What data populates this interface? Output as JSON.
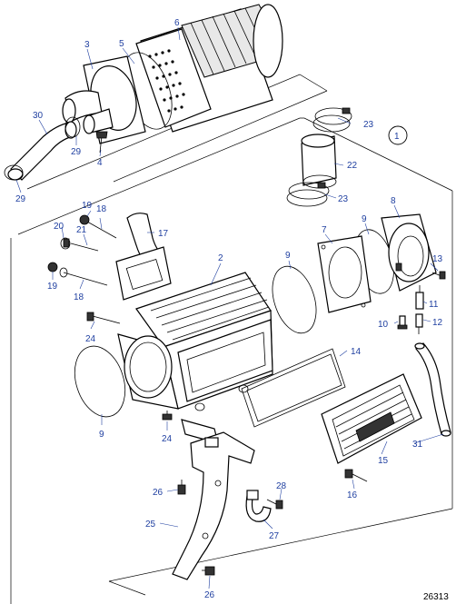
{
  "diagram": {
    "figure_number": "26313",
    "view_marker": "1",
    "callouts": {
      "c1": "1",
      "c2": "2",
      "c3": "3",
      "c4": "4",
      "c5": "5",
      "c6": "6",
      "c7": "7",
      "c8": "8",
      "c9a": "9",
      "c9b": "9",
      "c9c": "9",
      "c10": "10",
      "c11": "11",
      "c12": "12",
      "c13": "13",
      "c14": "14",
      "c15": "15",
      "c16": "16",
      "c17": "17",
      "c18a": "18",
      "c18b": "18",
      "c19a": "19",
      "c19b": "19",
      "c20": "20",
      "c21": "21",
      "c22": "22",
      "c23a": "23",
      "c23b": "23",
      "c24a": "24",
      "c24b": "24",
      "c25": "25",
      "c26a": "26",
      "c26b": "26",
      "c27": "27",
      "c28": "28",
      "c29a": "29",
      "c29b": "29",
      "c30": "30",
      "c31": "31"
    }
  }
}
